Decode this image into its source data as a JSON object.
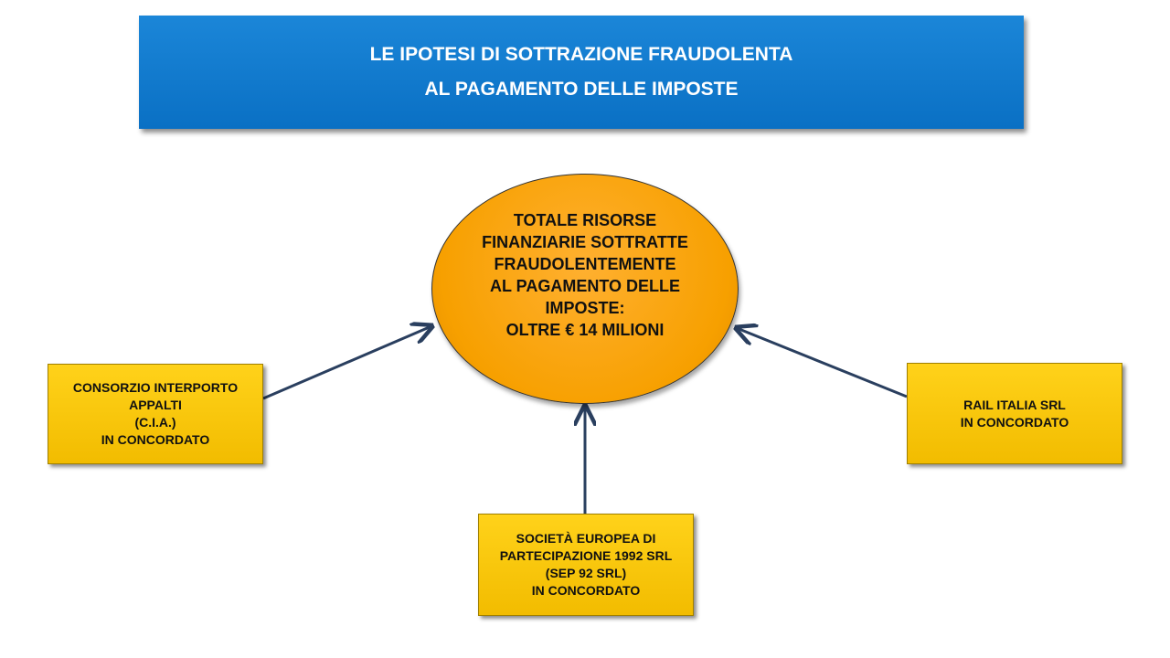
{
  "title": {
    "line1": "LE IPOTESI DI SOTTRAZIONE FRAUDOLENTA",
    "line2": "AL PAGAMENTO DELLE IMPOSTE"
  },
  "center": {
    "lines": [
      "TOTALE RISORSE",
      "FINANZIARIE SOTTRATTE",
      "FRAUDOLENTEMENTE",
      "AL PAGAMENTO DELLE",
      "IMPOSTE:",
      "OLTRE € 14 MILIONI"
    ]
  },
  "boxes": {
    "left": {
      "lines": [
        "CONSORZIO INTERPORTO",
        "APPALTI",
        "(C.I.A.)",
        "IN CONCORDATO"
      ]
    },
    "bottom": {
      "lines": [
        "SOCIETÀ EUROPEA DI",
        "PARTECIPAZIONE 1992 SRL",
        "(SEP 92 SRL)",
        "IN CONCORDATO"
      ]
    },
    "right": {
      "lines": [
        "RAIL ITALIA SRL",
        "IN CONCORDATO"
      ]
    }
  },
  "colors": {
    "title": "#0a70c4",
    "ellipse": "#f7a000",
    "box": "#ffcc00",
    "arrow": "#2a3f5f"
  }
}
